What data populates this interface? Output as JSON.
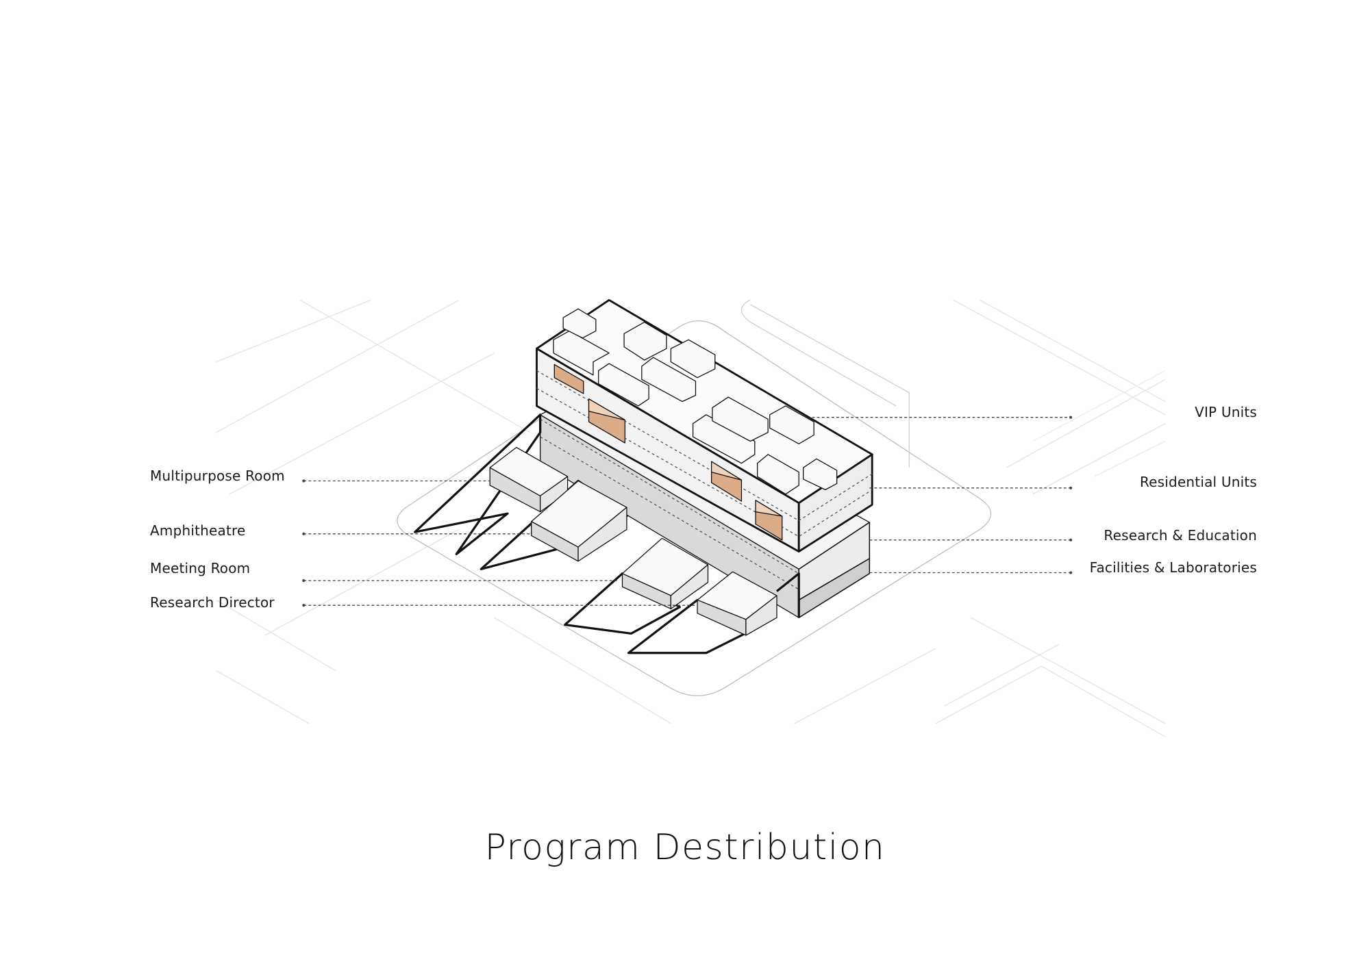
{
  "title": "Program Destribution",
  "labels_left": [
    {
      "text": "Multipurpose Room"
    },
    {
      "text": "Amphitheatre"
    },
    {
      "text": "Meeting Room"
    },
    {
      "text": "Research Director"
    }
  ],
  "labels_right": [
    {
      "text": "VIP Units"
    },
    {
      "text": "Residential Units"
    },
    {
      "text": "Research & Education"
    },
    {
      "text": "Facilities & Laboratories"
    }
  ],
  "colors": {
    "accent": "#dcab87",
    "accent_light": "#efd3bd",
    "line": "#111111",
    "context": "#d8d8d8"
  }
}
